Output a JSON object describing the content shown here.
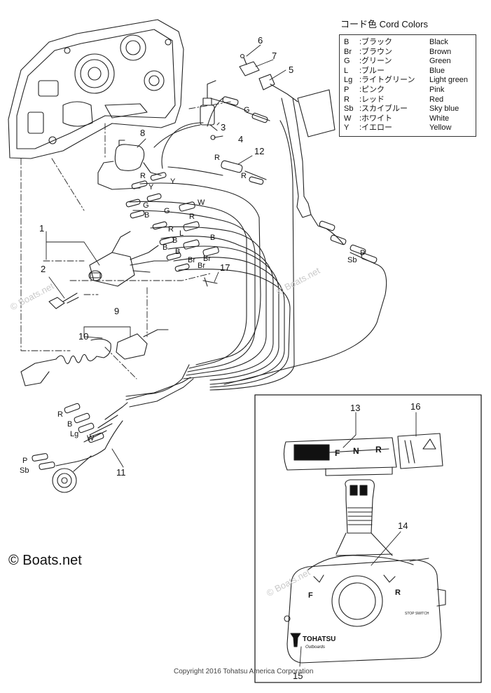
{
  "legend": {
    "title": "コード色 Cord Colors",
    "rows": [
      {
        "code": "B",
        "jp": ":ブラック",
        "en": "Black"
      },
      {
        "code": "Br",
        "jp": ":ブラウン",
        "en": "Brown"
      },
      {
        "code": "G",
        "jp": ":グリーン",
        "en": "Green"
      },
      {
        "code": "L",
        "jp": ":ブルー",
        "en": "Blue"
      },
      {
        "code": "Lg",
        "jp": ":ライトグリーン",
        "en": "Light green"
      },
      {
        "code": "P",
        "jp": ":ピンク",
        "en": "Pink"
      },
      {
        "code": "R",
        "jp": ":レッド",
        "en": "Red"
      },
      {
        "code": "Sb",
        "jp": ":スカイブルー",
        "en": "Sky blue"
      },
      {
        "code": "W",
        "jp": ":ホワイト",
        "en": "White"
      },
      {
        "code": "Y",
        "jp": ":イエロー",
        "en": "Yellow"
      }
    ]
  },
  "parts": [
    "1",
    "2",
    "3",
    "4",
    "5",
    "6",
    "7",
    "8",
    "9",
    "10",
    "11",
    "12",
    "13",
    "14",
    "15",
    "16",
    "17"
  ],
  "wire_letters": [
    "G",
    "R",
    "Y",
    "R",
    "G",
    "B",
    "R",
    "L",
    "B",
    "B",
    "Br",
    "Br",
    "R",
    "B",
    "Lg",
    "W",
    "P",
    "Sb",
    "P",
    "Sb",
    "R",
    "G",
    "R",
    "B",
    "W",
    "B",
    "Y",
    "Br"
  ],
  "lever_marks": {
    "forward": "F",
    "neutral": "N",
    "reverse": "R"
  },
  "brand": "TOHATSU",
  "brand_sub": "Outboards",
  "stop_label": "STOP SWITCH",
  "copyright": "Copyright 2016 Tohatsu America Corporation",
  "watermark": "© Boats.net",
  "watermark_small": "© Boats.net"
}
